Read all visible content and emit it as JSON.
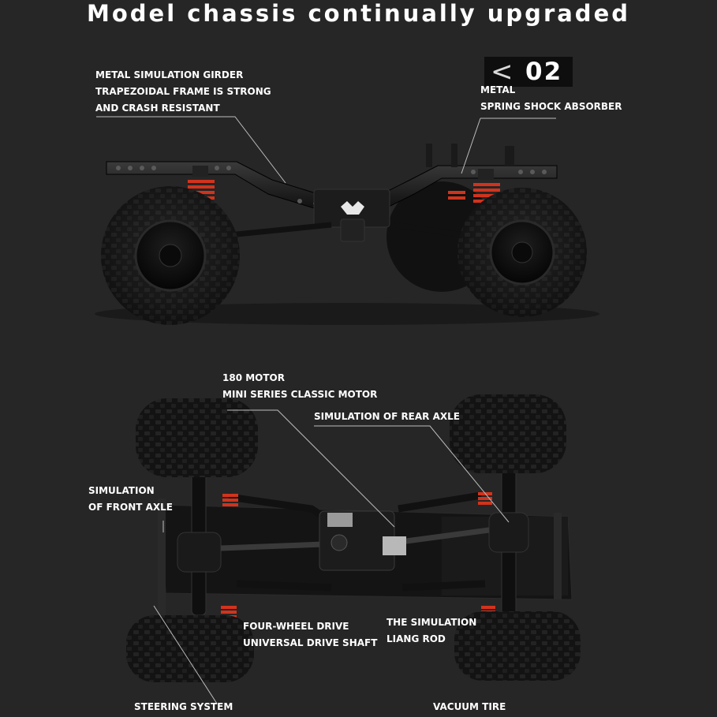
{
  "title": "Model chassis continually upgraded",
  "badge": {
    "arrow": "<",
    "number": "02"
  },
  "callouts": {
    "girder": [
      "METAL SIMULATION GIRDER",
      "TRAPEZOIDAL FRAME IS STRONG",
      "AND CRASH RESISTANT"
    ],
    "shock": [
      "METAL",
      "SPRING SHOCK ABSORBER"
    ],
    "motor": [
      "180 MOTOR",
      "MINI SERIES CLASSIC MOTOR"
    ],
    "rear_axle": "SIMULATION OF REAR AXLE",
    "front_axle": [
      "SIMULATION",
      "OF FRONT AXLE"
    ],
    "drive_shaft": [
      "FOUR-WHEEL DRIVE",
      "UNIVERSAL DRIVE SHAFT"
    ],
    "liang_rod": [
      "THE SIMULATION",
      "LIANG ROD"
    ],
    "steering": "STEERING SYSTEM",
    "tire": "VACUUM TIRE"
  },
  "colors": {
    "background": "#262626",
    "text": "#ffffff",
    "spring": "#d2331c",
    "tire": "#141414"
  }
}
